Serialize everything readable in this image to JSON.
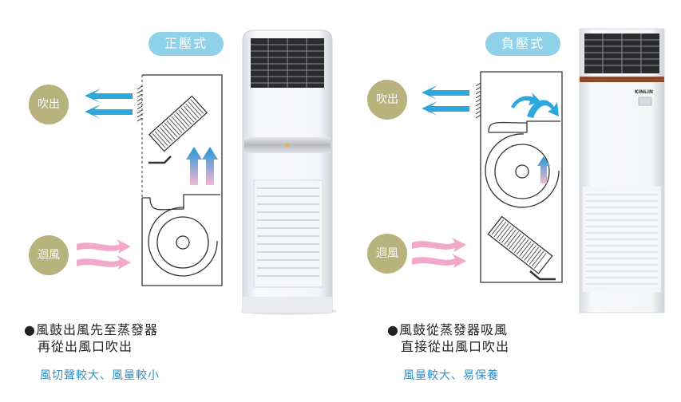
{
  "left": {
    "mode_label": "正壓式",
    "outlet_label": "吹出",
    "inlet_label": "迴風",
    "caption_line1": "●風鼓出風先至蒸發器",
    "caption_line2": "再從出風口吹出",
    "subcaption": "風切聲較大、風量較小"
  },
  "right": {
    "mode_label": "負壓式",
    "outlet_label": "吹出",
    "inlet_label": "迴風",
    "caption_line1": "●風鼓從蒸發器吸風",
    "caption_line2": "直接從出風口吹出",
    "subcaption": "風量較大、易保養",
    "brand_label": "KINLIN"
  },
  "colors": {
    "pill": "#8fd1e8",
    "badge": "#b8b27d",
    "outlet_arrow": "#2ea7dc",
    "inlet_arrow": "#f2a8c8",
    "subcaption": "#2f8fc6",
    "accent_band": "#8b4a2b"
  }
}
